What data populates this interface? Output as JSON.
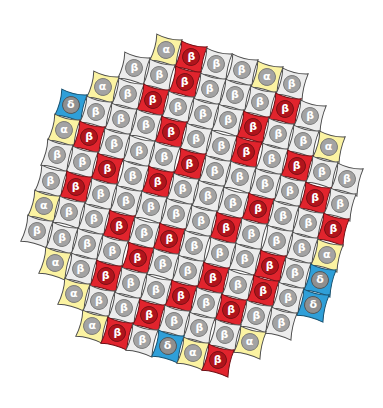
{
  "diagram": {
    "nodes": [
      {
        "text": [
          "α"
        ]
      },
      {
        "text": [
          "β"
        ]
      },
      {
        "text": [
          "β"
        ]
      },
      {
        "text": [
          "β"
        ]
      },
      {
        "text": [
          "α"
        ]
      },
      {
        "text": [
          "β"
        ]
      },
      {
        "text": [
          "β"
        ]
      },
      {
        "text": [
          "β"
        ]
      },
      {
        "text": [
          "β"
        ]
      },
      {
        "text": [
          "β"
        ]
      },
      {
        "text": [
          "β"
        ]
      },
      {
        "text": [
          "β"
        ]
      },
      {
        "text": [
          "β"
        ]
      },
      {
        "text": [
          "β"
        ]
      },
      {
        "text": [
          "α"
        ]
      },
      {
        "text": [
          "β"
        ]
      },
      {
        "text": [
          "β"
        ]
      },
      {
        "text": [
          "β"
        ]
      },
      {
        "text": [
          "β"
        ]
      },
      {
        "text": [
          "β"
        ]
      },
      {
        "text": [
          "β"
        ]
      },
      {
        "text": [
          "β"
        ]
      },
      {
        "text": [
          "β"
        ]
      },
      {
        "text": [
          "α"
        ]
      },
      {
        "text": [
          "δ"
        ]
      },
      {
        "text": [
          "β"
        ]
      },
      {
        "text": [
          "β"
        ]
      },
      {
        "text": [
          "β"
        ]
      },
      {
        "text": [
          "β"
        ]
      },
      {
        "text": [
          "β"
        ]
      },
      {
        "text": [
          "β"
        ]
      },
      {
        "text": [
          "β"
        ]
      },
      {
        "text": [
          "β"
        ]
      },
      {
        "text": [
          "β"
        ]
      },
      {
        "text": [
          "β"
        ]
      },
      {
        "text": [
          "β"
        ]
      },
      {
        "text": [
          "α"
        ]
      },
      {
        "text": [
          "β"
        ]
      },
      {
        "text": [
          "β"
        ]
      },
      {
        "text": [
          "β"
        ]
      },
      {
        "text": [
          "β"
        ]
      },
      {
        "text": [
          "β"
        ]
      },
      {
        "text": [
          "β"
        ]
      },
      {
        "text": [
          "β"
        ]
      },
      {
        "text": [
          "β"
        ]
      },
      {
        "text": [
          "β"
        ]
      },
      {
        "text": [
          "β"
        ]
      },
      {
        "text": [
          "β"
        ]
      },
      {
        "text": [
          "β"
        ]
      },
      {
        "text": [
          "β"
        ]
      },
      {
        "text": [
          "β"
        ]
      },
      {
        "text": [
          "β"
        ]
      },
      {
        "text": [
          "β"
        ]
      },
      {
        "text": [
          "β"
        ]
      },
      {
        "text": [
          "β"
        ]
      },
      {
        "text": [
          "β"
        ]
      },
      {
        "text": [
          "β"
        ]
      },
      {
        "text": [
          "β"
        ]
      },
      {
        "text": [
          "β"
        ]
      },
      {
        "text": [
          "β"
        ]
      },
      {
        "text": [
          "β"
        ]
      },
      {
        "text": [
          "β"
        ]
      },
      {
        "text": [
          "β"
        ]
      },
      {
        "text": [
          "β"
        ]
      },
      {
        "text": [
          "β"
        ]
      },
      {
        "text": [
          "β"
        ]
      },
      {
        "text": [
          "β"
        ]
      },
      {
        "text": [
          "β"
        ]
      },
      {
        "text": [
          "β"
        ]
      },
      {
        "text": [
          "β"
        ]
      },
      {
        "text": [
          "β"
        ]
      },
      {
        "text": [
          "α"
        ]
      },
      {
        "text": [
          "α"
        ]
      },
      {
        "text": [
          "β"
        ]
      },
      {
        "text": [
          "β"
        ]
      },
      {
        "text": [
          "β"
        ]
      },
      {
        "text": [
          "β"
        ]
      },
      {
        "text": [
          "β"
        ]
      },
      {
        "text": [
          "β"
        ]
      },
      {
        "text": [
          "β"
        ]
      },
      {
        "text": [
          "β"
        ]
      },
      {
        "text": [
          "β"
        ]
      },
      {
        "text": [
          "β"
        ]
      },
      {
        "text": [
          "δ"
        ]
      },
      {
        "text": [
          "β"
        ]
      },
      {
        "text": [
          "β"
        ]
      },
      {
        "text": [
          "β"
        ]
      },
      {
        "text": [
          "β"
        ]
      },
      {
        "text": [
          "β"
        ]
      },
      {
        "text": [
          "β"
        ]
      },
      {
        "text": [
          "β"
        ]
      },
      {
        "text": [
          "β"
        ]
      },
      {
        "text": [
          "β"
        ]
      },
      {
        "text": [
          "β"
        ]
      },
      {
        "text": [
          "β"
        ]
      },
      {
        "text": [
          "δ"
        ]
      },
      {
        "text": [
          "α"
        ]
      },
      {
        "text": [
          "β"
        ]
      },
      {
        "text": [
          "β"
        ]
      },
      {
        "text": [
          "β"
        ]
      },
      {
        "text": [
          "β"
        ]
      },
      {
        "text": [
          "β"
        ]
      },
      {
        "text": [
          "β"
        ]
      },
      {
        "text": [
          "β"
        ]
      },
      {
        "text": [
          "β"
        ]
      },
      {
        "text": [
          "β"
        ]
      },
      {
        "text": [
          "α"
        ]
      },
      {
        "text": [
          "β"
        ]
      },
      {
        "text": [
          "β"
        ]
      },
      {
        "text": [
          "β"
        ]
      },
      {
        "text": [
          "β"
        ]
      },
      {
        "text": [
          "β"
        ]
      },
      {
        "text": [
          "β"
        ]
      },
      {
        "text": [
          "α"
        ]
      },
      {
        "text": [
          "α"
        ]
      },
      {
        "text": [
          "β"
        ]
      },
      {
        "text": [
          "β"
        ]
      },
      {
        "text": [
          "δ"
        ]
      },
      {
        "text": [
          "α"
        ]
      },
      {
        "text": [
          "β"
        ]
      }
    ]
  }
}
